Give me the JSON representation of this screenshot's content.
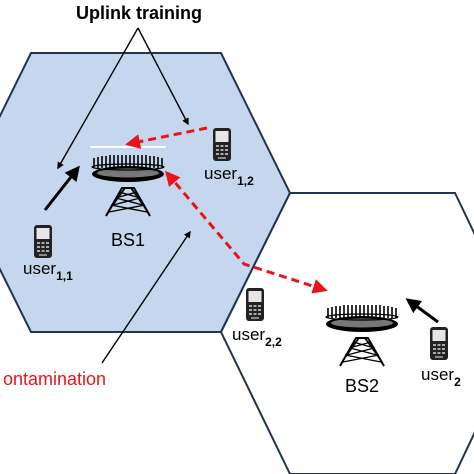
{
  "labels": {
    "uplink_training": "Uplink training",
    "pilot_contamination": "ontamination",
    "bs1": "BS1",
    "bs2": "BS2",
    "user": "user",
    "user_1_1_sub": "1,1",
    "user_1_2_sub": "1,2",
    "user_2_2_sub": "2,2",
    "user_2_1_sub": "2"
  },
  "colors": {
    "cell1_fill": "#c5d7ee",
    "cell_stroke": "#1f3550",
    "cell2_fill": "#ffffff",
    "contamination": "#e8141b",
    "text": "#000000"
  },
  "icons": {
    "base_station": "tower-antenna-array-icon",
    "user": "mobile-phone-icon"
  }
}
